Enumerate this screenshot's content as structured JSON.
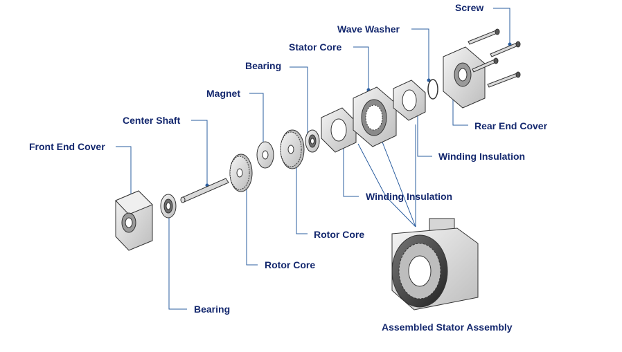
{
  "labels": {
    "screw": "Screw",
    "wave_washer": "Wave Washer",
    "stator_core": "Stator Core",
    "bearing_top": "Bearing",
    "magnet": "Magnet",
    "center_shaft": "Center Shaft",
    "front_end_cover": "Front End Cover",
    "rear_end_cover": "Rear End Cover",
    "winding_insulation_right": "Winding Insulation",
    "winding_insulation_center": "Winding Insulation",
    "rotor_core_upper": "Rotor Core",
    "rotor_core_lower": "Rotor Core",
    "bearing_bottom": "Bearing",
    "assembled_stator": "Assembled Stator Assembly"
  },
  "colors": {
    "label_text": "#14286e",
    "leader_line": "#2a5d9f",
    "part_fill": "#e6e6e6",
    "part_stroke": "#333333"
  }
}
